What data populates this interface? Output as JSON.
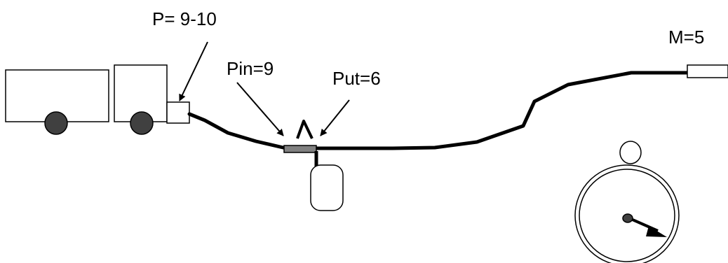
{
  "labels": {
    "pump_pressure": "P= 9-10",
    "inlet_pressure": "Pin=9",
    "outlet_pressure": "Put=6",
    "nozzle_pressure": "M=5"
  },
  "colors": {
    "line": "#000000",
    "background": "#ffffff",
    "wheel": "#404040",
    "valve": "#808080"
  }
}
